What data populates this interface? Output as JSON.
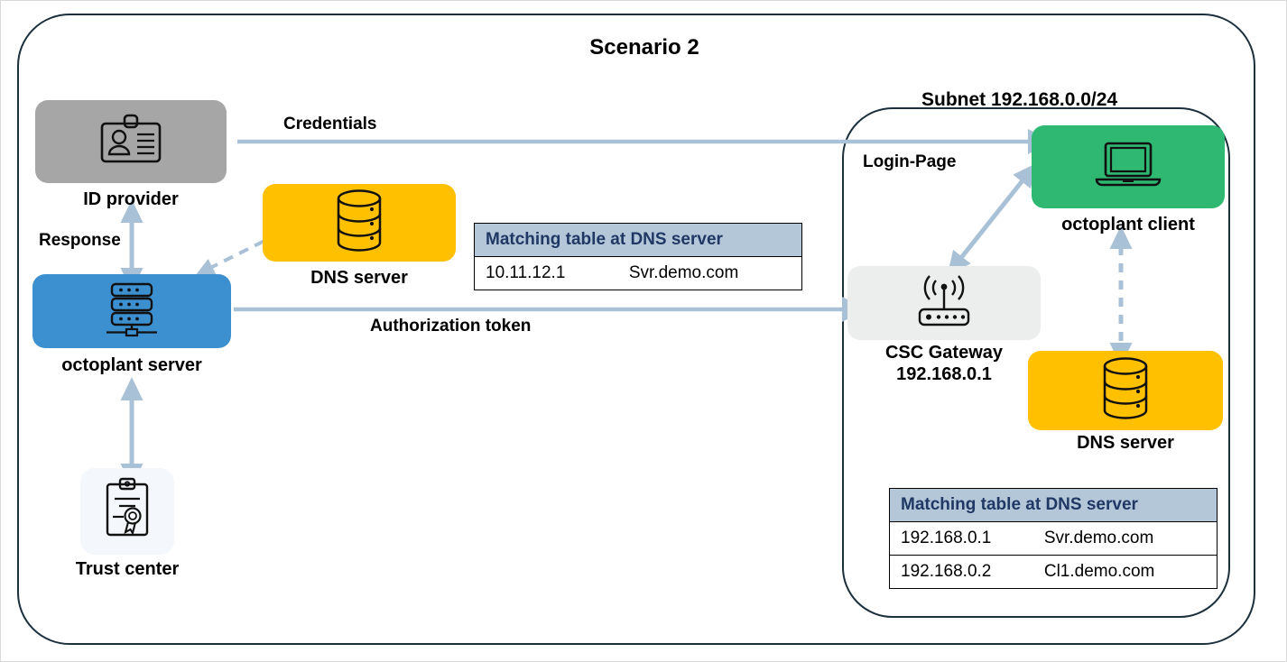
{
  "title": "Scenario 2",
  "subnet": {
    "title": "Subnet 192.168.0.0/24"
  },
  "nodes": {
    "id_provider": {
      "label": "ID provider",
      "icon": "id-badge-icon",
      "color": "#a6a6a6"
    },
    "octoplant_server": {
      "label": "octoplant server",
      "icon": "server-rack-icon",
      "color": "#3d90cf"
    },
    "trust_center": {
      "label": "Trust center",
      "icon": "certificate-icon",
      "color": "#f4f7fc"
    },
    "dns_server_ext": {
      "label": "DNS server",
      "icon": "database-icon",
      "color": "#ffc000"
    },
    "csc_gateway": {
      "label": "CSC Gateway",
      "label2": "192.168.0.1",
      "icon": "router-icon",
      "color": "#eceded"
    },
    "octoplant_client": {
      "label": "octoplant client",
      "icon": "laptop-icon",
      "color": "#2eb872"
    },
    "dns_server_int": {
      "label": "DNS server",
      "icon": "database-icon",
      "color": "#ffc000"
    }
  },
  "connections": {
    "credentials": {
      "label": "Credentials"
    },
    "response": {
      "label": "Response"
    },
    "authorization_token": {
      "label": "Authorization token"
    },
    "login_page": {
      "label": "Login-Page"
    }
  },
  "tables": {
    "external": {
      "header": "Matching table at DNS server",
      "rows": [
        {
          "ip": "10.11.12.1",
          "host": "Svr.demo.com"
        }
      ]
    },
    "internal": {
      "header": "Matching table at DNS server",
      "rows": [
        {
          "ip": "192.168.0.1",
          "host": "Svr.demo.com"
        },
        {
          "ip": "192.168.0.2",
          "host": "Cl1.demo.com"
        }
      ]
    }
  },
  "colors": {
    "arrow": "#a9c1d6",
    "frame": "#1b2f3d",
    "table_header_bg": "#b3c7d9",
    "table_header_text": "#1f3864"
  }
}
